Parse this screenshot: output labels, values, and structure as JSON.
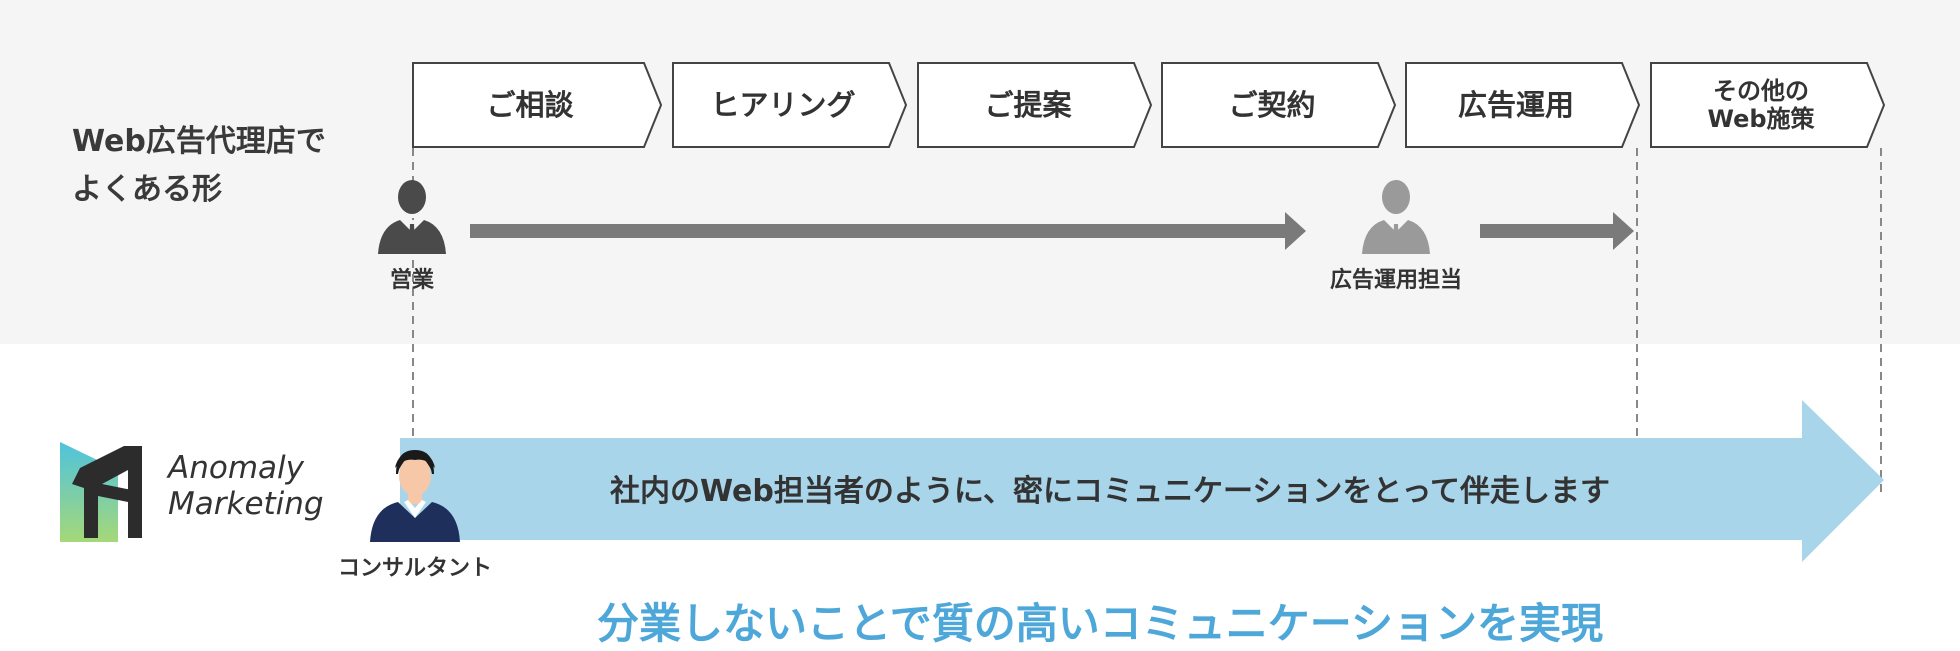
{
  "common_model": {
    "label_lines": [
      "Web広告代理店で",
      "よくある形"
    ]
  },
  "steps": [
    {
      "label": "ご相談"
    },
    {
      "label": "ヒアリング"
    },
    {
      "label": "ご提案"
    },
    {
      "label": "ご契約"
    },
    {
      "label": "広告運用"
    },
    {
      "label": "その他の\nWeb施策"
    }
  ],
  "roles": {
    "sales": "営業",
    "ad_operator": "広告運用担当",
    "consultant": "コンサルタント"
  },
  "brand": {
    "name_lines": [
      "Anomaly",
      "Marketing"
    ]
  },
  "main_arrow": {
    "text": "社内のWeb担当者のように、密にコミュニケーションをとって伴走します"
  },
  "conclusion": "分業しないことで質の高いコミュニケーションを実現",
  "colors": {
    "band_bg": "#f5f5f5",
    "dark_gray": "#4a4a4a",
    "mid_gray": "#7a7a7a",
    "light_gray_person": "#9a9a9a",
    "arrow_blue": "#a9d5ea",
    "accent_blue": "#4ea7d9",
    "navy": "#1f2f5c"
  }
}
